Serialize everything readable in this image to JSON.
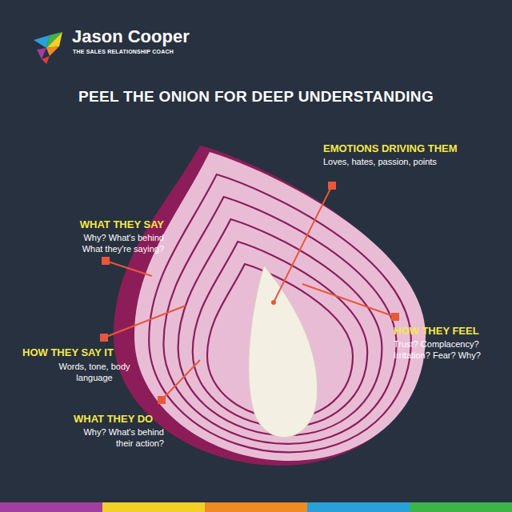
{
  "diagram": {
    "title": "PEEL THE ONION FOR DEEP UNDERSTANDING",
    "labels": [
      "Jason Cooper",
      "THE SALES RELATIONSHIP COACH",
      "EMOTIONS DRIVING THEM",
      "Loves, hates, passion, points",
      "WHAT THEY SAY",
      "Why? What's behind What they're saying?",
      "HOW THEY FEEL",
      "Trust? Complacency? Irritation? Fear? Why?",
      "HOW THEY SAY IT",
      "Words, tone, body language",
      "WHAT THEY DO",
      "Why? What's behind their action?"
    ]
  }
}
